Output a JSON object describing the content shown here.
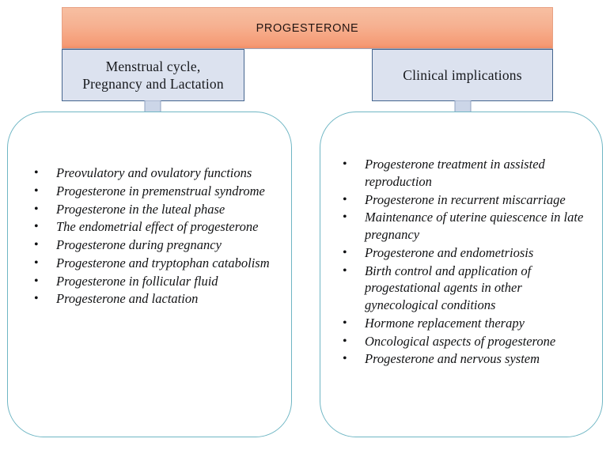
{
  "banner": {
    "title": "PROGESTERONE",
    "fill_top": "#f7bfa2",
    "fill_bottom": "#ef8d66",
    "text_color": "#231512"
  },
  "connectors": {
    "left_arrow_icon": "down-arrow-icon",
    "right_arrow_icon": "down-arrow-icon",
    "fill": "#ccd6e8",
    "stroke": "#8fa2c0"
  },
  "columns": [
    {
      "id": "menstrual-cycle-pregnancy-lactation",
      "header": "Menstrual cycle,\nPregnancy and Lactation",
      "header_line_1": "Menstrual cycle,",
      "header_line_2": "Pregnancy and Lactation",
      "header_fill": "#dce2ef",
      "header_stroke": "#46668f",
      "panel_stroke": "#6fb6c4",
      "bullet_glyph": "•",
      "items": [
        "Preovulatory and ovulatory functions",
        "Progesterone in premenstrual syndrome",
        "Progesterone in the luteal phase",
        "The endometrial effect of progesterone",
        "Progesterone during pregnancy",
        "Progesterone and tryptophan catabolism",
        "Progesterone in follicular fluid",
        "Progesterone and lactation"
      ]
    },
    {
      "id": "clinical-implications",
      "header": "Clinical implications",
      "header_line_1": "Clinical implications",
      "header_line_2": "",
      "header_fill": "#dce2ef",
      "header_stroke": "#46668f",
      "panel_stroke": "#6fb6c4",
      "bullet_glyph": "•",
      "items": [
        "Progesterone treatment in assisted reproduction",
        "Progesterone in recurrent miscarriage",
        "Maintenance of uterine quiescence in late pregnancy",
        "Progesterone and endometriosis",
        "Birth control and application of progestational agents in other gynecological conditions",
        "Hormone replacement therapy",
        "Oncological aspects of progesterone",
        "Progesterone and nervous system"
      ]
    }
  ]
}
